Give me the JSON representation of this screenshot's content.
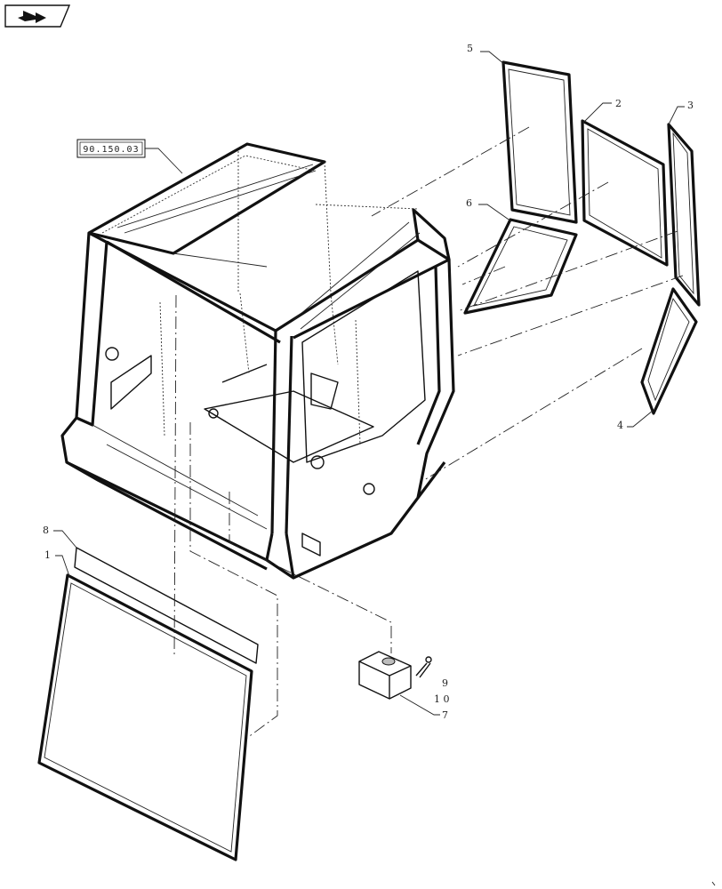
{
  "nav": {
    "icon": "back-arrow-icon"
  },
  "reference": {
    "label": "90.150.03"
  },
  "callouts": {
    "c1": "1",
    "c2": "2",
    "c3": "3",
    "c4": "4",
    "c5": "5",
    "c6": "6",
    "c7": "7",
    "c8": "8",
    "c9": "9",
    "c10": "1 0"
  }
}
